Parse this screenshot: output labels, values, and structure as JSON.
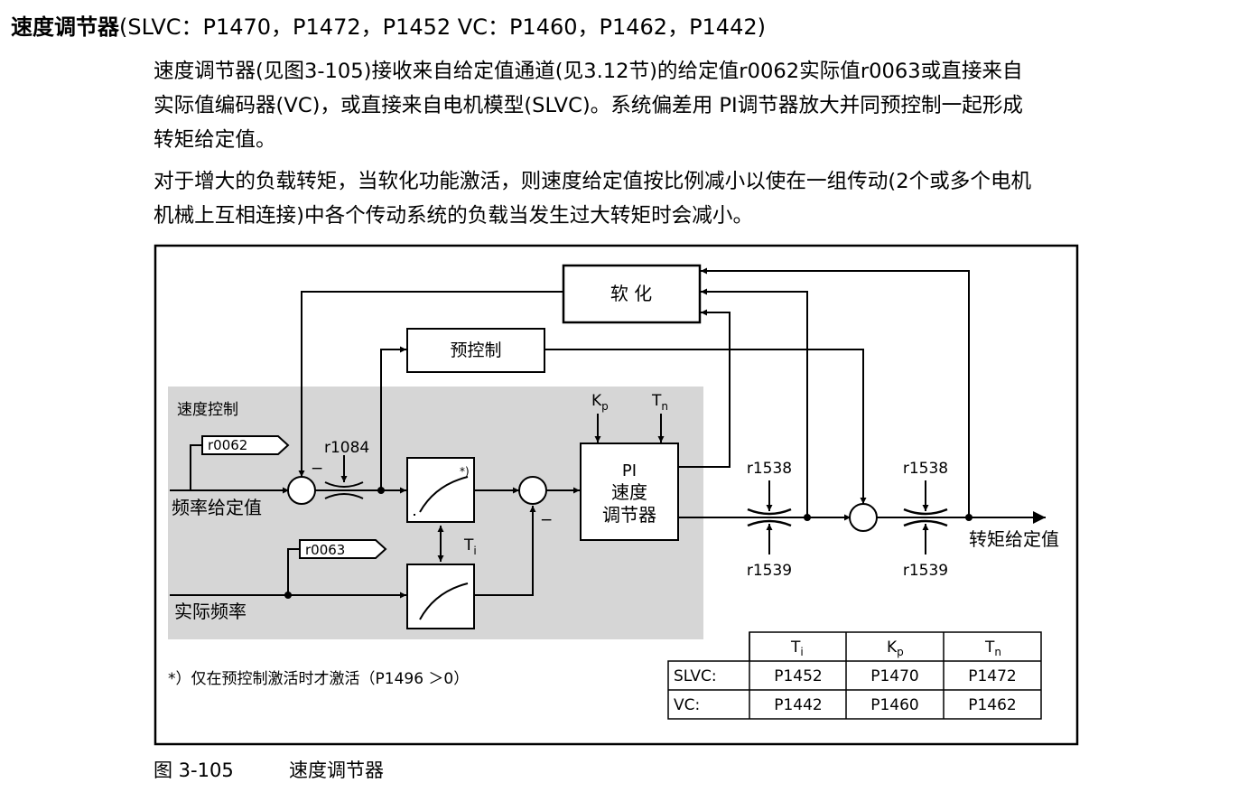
{
  "section": {
    "title_bold": "速度调节器",
    "title_rest": "(SLVC：P1470，P1472，P1452  VC：P1460，P1462，P1442)"
  },
  "paragraphs": [
    {
      "lines": [
        "速度调节器(见图3-105)接收来自给定值通道(见3.12节)的给定值r0062实际值r0063或直接来自",
        "实际值编码器(VC)，或直接来自电机模型(SLVC)。系统偏差用 PI调节器放大并同预控制一起形成",
        "转矩给定值。"
      ]
    },
    {
      "lines": [
        "对于增大的负载转矩，当软化功能激活，则速度给定值按比例减小以使在一组传动(2个或多个电机",
        "机械上互相连接)中各个传动系统的负载当发生过大转矩时会减小。"
      ]
    }
  ],
  "diagram": {
    "area_label": "速度控制",
    "softening": "软  化",
    "precontrol": "预控制",
    "pi_lines": [
      "PI",
      "速度",
      "调节器"
    ],
    "kp": "K",
    "kp_sub": "p",
    "tn": "T",
    "tn_sub": "n",
    "ti": "T",
    "ti_sub": "i",
    "r0062": "r0062",
    "r0063": "r0063",
    "r1084": "r1084",
    "r1538_a": "r1538",
    "r1539_a": "r1539",
    "r1538_b": "r1538",
    "r1539_b": "r1539",
    "freq_setpoint": "频率给定值",
    "actual_freq": "实际频率",
    "torque_setpoint": "转矩给定值",
    "minus": "−",
    "star": "*)",
    "footnote": "*）仅在预控制激活时才激活（P1496 ＞0）"
  },
  "table": {
    "headers": [
      {
        "main": "T",
        "sub": "i"
      },
      {
        "main": "K",
        "sub": "p"
      },
      {
        "main": "T",
        "sub": "n"
      }
    ],
    "rows": [
      {
        "label": "SLVC:",
        "cells": [
          "P1452",
          "P1470",
          "P1472"
        ]
      },
      {
        "label": "VC:",
        "cells": [
          "P1442",
          "P1460",
          "P1462"
        ]
      }
    ]
  },
  "caption": {
    "number": "图 3-105",
    "title": "速度调节器"
  }
}
